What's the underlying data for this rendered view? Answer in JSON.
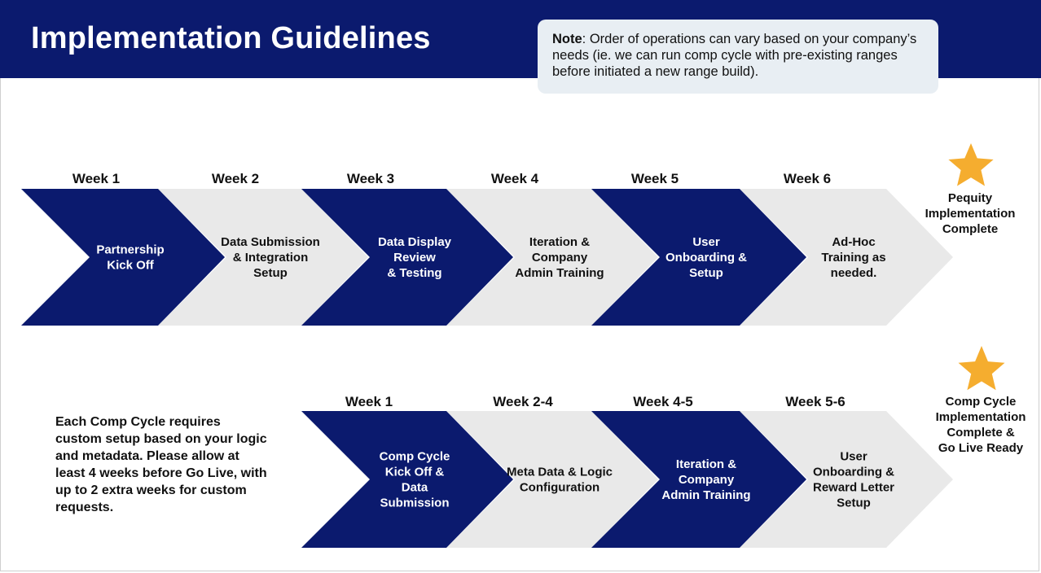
{
  "title": "Implementation Guidelines",
  "note": {
    "label": "Note",
    "text": ": Order of operations can vary based on your company’s needs (ie. we can run comp cycle with pre-existing ranges before initiated a new range build)."
  },
  "colors": {
    "navy": "#0b1a6e",
    "light": "#e9e9e9",
    "star": "#f5ad2f"
  },
  "row1": {
    "steps": [
      {
        "week": "Week 1",
        "lines": [
          "Partnership",
          "Kick Off"
        ],
        "style": "dark"
      },
      {
        "week": "Week 2",
        "lines": [
          "Data Submission",
          "& Integration",
          "Setup"
        ],
        "style": "light"
      },
      {
        "week": "Week 3",
        "lines": [
          "Data Display",
          "Review",
          "& Testing"
        ],
        "style": "dark"
      },
      {
        "week": "Week 4",
        "lines": [
          "Iteration &",
          "Company",
          "Admin Training"
        ],
        "style": "light"
      },
      {
        "week": "Week 5",
        "lines": [
          "User",
          "Onboarding &",
          "Setup"
        ],
        "style": "dark"
      },
      {
        "week": "Week 6",
        "lines": [
          "Ad-Hoc",
          "Training as",
          "needed."
        ],
        "style": "light"
      }
    ],
    "star_icon": "star-icon",
    "complete_lines": [
      "Pequity",
      "Implementation",
      "Complete"
    ]
  },
  "row2": {
    "description": "Each Comp Cycle requires custom setup based on your logic and metadata. Please allow at least 4 weeks before Go Live, with up to 2 extra weeks for custom requests.",
    "steps": [
      {
        "week": "Week 1",
        "lines": [
          "Comp Cycle",
          "Kick Off &",
          "Data",
          "Submission"
        ],
        "style": "dark"
      },
      {
        "week": "Week 2-4",
        "lines": [
          "Meta Data & Logic",
          "Configuration"
        ],
        "style": "light"
      },
      {
        "week": "Week 4-5",
        "lines": [
          "Iteration &",
          "Company",
          "Admin Training"
        ],
        "style": "dark"
      },
      {
        "week": "Week 5-6",
        "lines": [
          "User",
          "Onboarding &",
          "Reward Letter",
          "Setup"
        ],
        "style": "light"
      }
    ],
    "star_icon": "star-icon",
    "complete_lines": [
      "Comp Cycle",
      "Implementation",
      "Complete &",
      "Go Live Ready"
    ]
  }
}
